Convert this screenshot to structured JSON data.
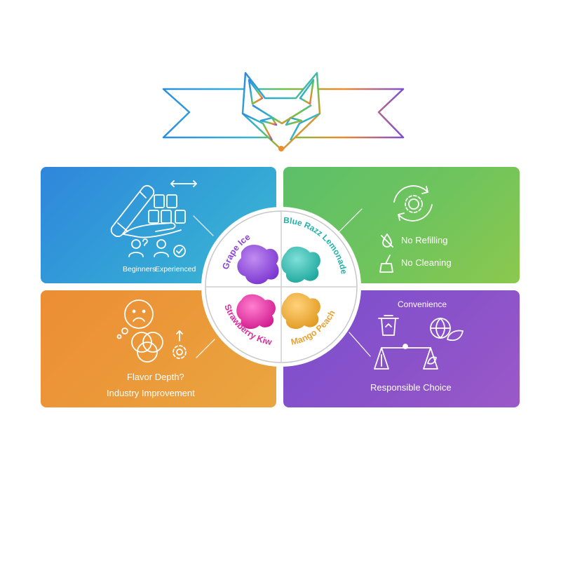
{
  "flavors": {
    "grape": "Grape Ice",
    "blue": "Blue Razz Lemonade",
    "strawberry": "Strawberry Kiwi",
    "mango": "Mango Peach"
  },
  "panels": {
    "top_left": {
      "beginners": "Beginners",
      "experienced": "Experienced"
    },
    "top_right": {
      "no_refilling": "No Refilling",
      "no_cleaning": "No Cleaning"
    },
    "bottom_left": {
      "flavor_depth": "Flavor Depth?",
      "industry_improvement": "Industry Improvement"
    },
    "bottom_right": {
      "convenience": "Convenience",
      "responsible_choice": "Responsible Choice"
    }
  },
  "colors": {
    "blue_panel": "#2f86dc",
    "green_panel": "#70c45c",
    "orange_panel": "#eb9a3a",
    "purple_panel": "#8a52c9",
    "grape": "#8a44d8",
    "blue_razz": "#23b2aa",
    "strawberry": "#e02aa0",
    "mango": "#eaa232"
  }
}
